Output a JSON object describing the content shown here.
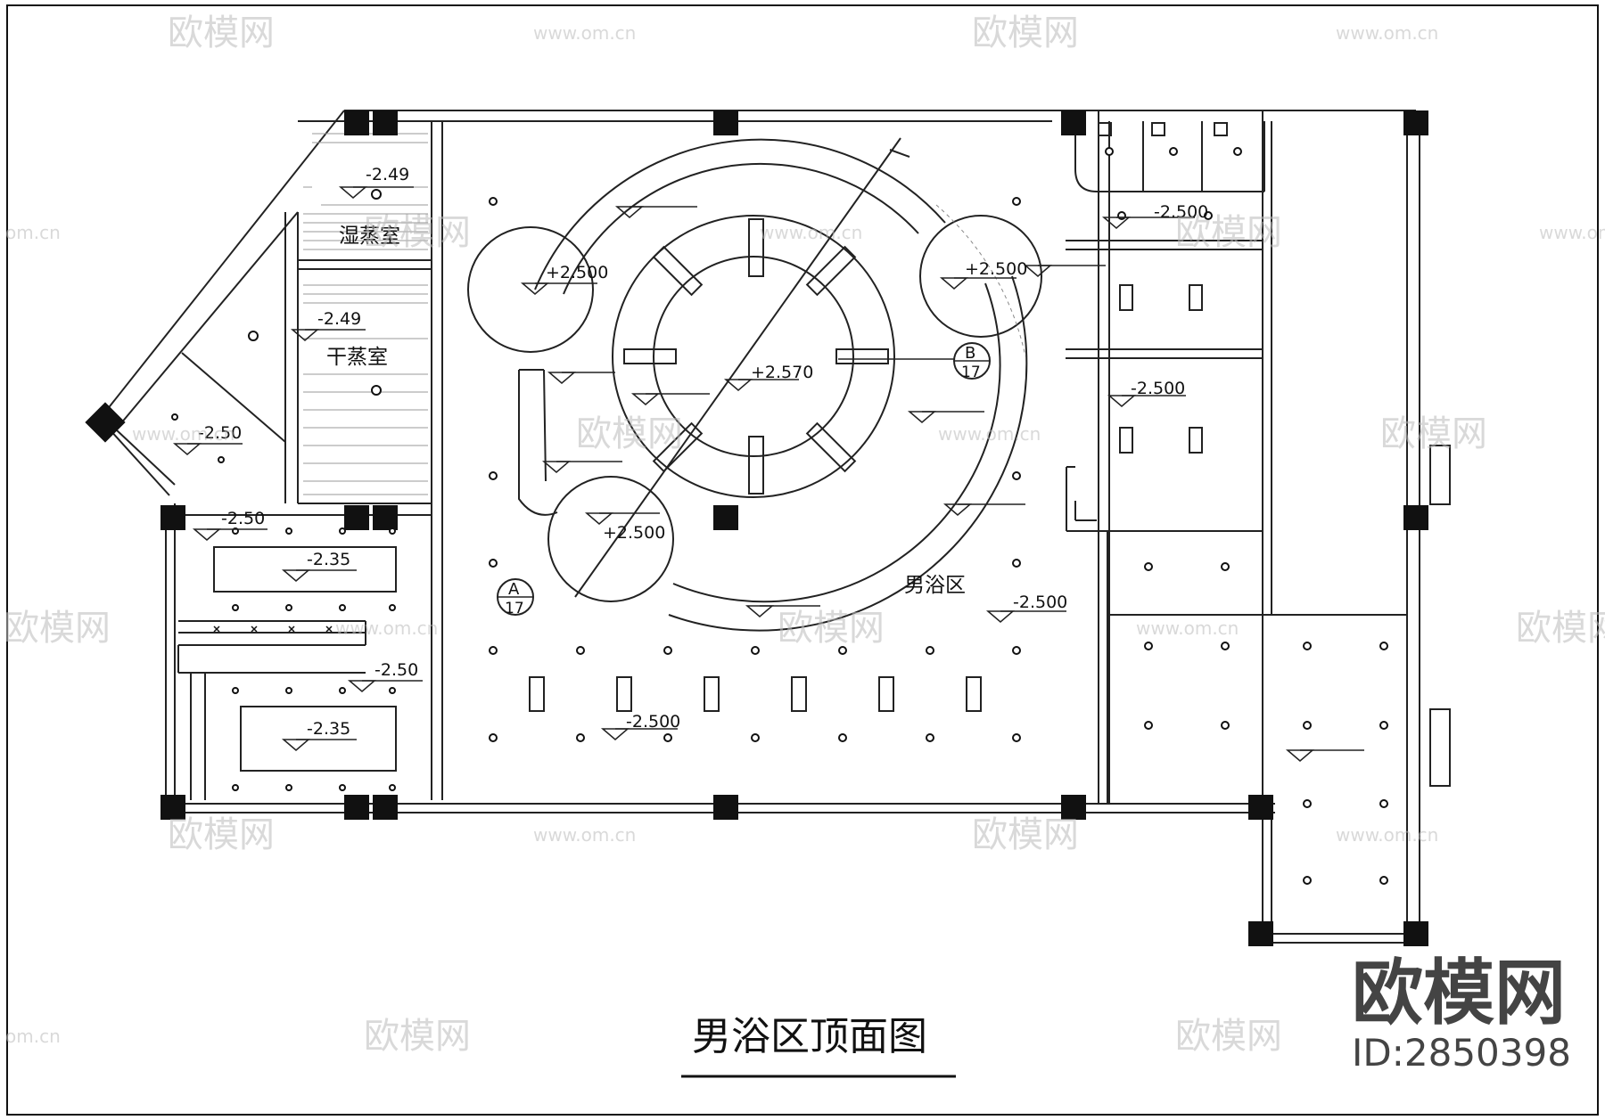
{
  "drawing": {
    "title": "男浴区顶面图"
  },
  "rooms": {
    "wet_steam": "湿蒸室",
    "dry_steam": "干蒸室",
    "men_bath": "男浴区"
  },
  "levels": {
    "wet_steam_level": "-2.49",
    "dry_steam_level": "-2.49",
    "corner_level": "-2.50",
    "left_corridor_level": "-2.50",
    "left_box1_level": "-2.35",
    "left_corridor2_level": "-2.50",
    "left_box2_level": "-2.35",
    "pool_top_left": "+2.500",
    "pool_top_right": "+2.500",
    "pool_bottom": "+2.500",
    "center_dome": "+2.570",
    "right_upper": "-2.500",
    "right_middle": "-2.500",
    "bath_right": "-2.500",
    "bath_bottom": "-2.500"
  },
  "section_marks": {
    "a_letter": "A",
    "a_sheet": "17",
    "b_letter": "B",
    "b_sheet": "17"
  },
  "watermark": {
    "brand_cn": "欧模网",
    "url": "www.om.cn",
    "url_short": "om.cn",
    "id_text": "ID:2850398"
  }
}
